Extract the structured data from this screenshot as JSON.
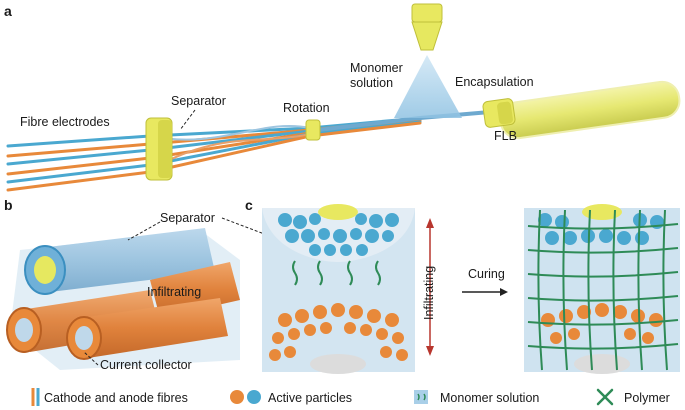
{
  "panels": {
    "a": "a",
    "b": "b",
    "c": "c"
  },
  "labels": {
    "fibre_electrodes": "Fibre electrodes",
    "separator_a": "Separator",
    "rotation": "Rotation",
    "monomer_line1": "Monomer",
    "monomer_line2": "solution",
    "encapsulation": "Encapsulation",
    "flb": "FLB",
    "separator_bc": "Separator",
    "infiltrating_b": "Infiltrating",
    "current_collector": "Current collector",
    "infiltrating_c": "Infiltrating",
    "curing": "Curing"
  },
  "legend": {
    "fibres": "Cathode and anode fibres",
    "particles": "Active particles",
    "monomer": "Monomer solution",
    "polymer": "Polymer"
  },
  "colors": {
    "cathode_orange": "#e8893a",
    "anode_blue": "#4aa8d0",
    "separator_yellow": "#e8e860",
    "monomer_blue": "#a9cfe8",
    "polymer_green": "#2e8b57"
  }
}
